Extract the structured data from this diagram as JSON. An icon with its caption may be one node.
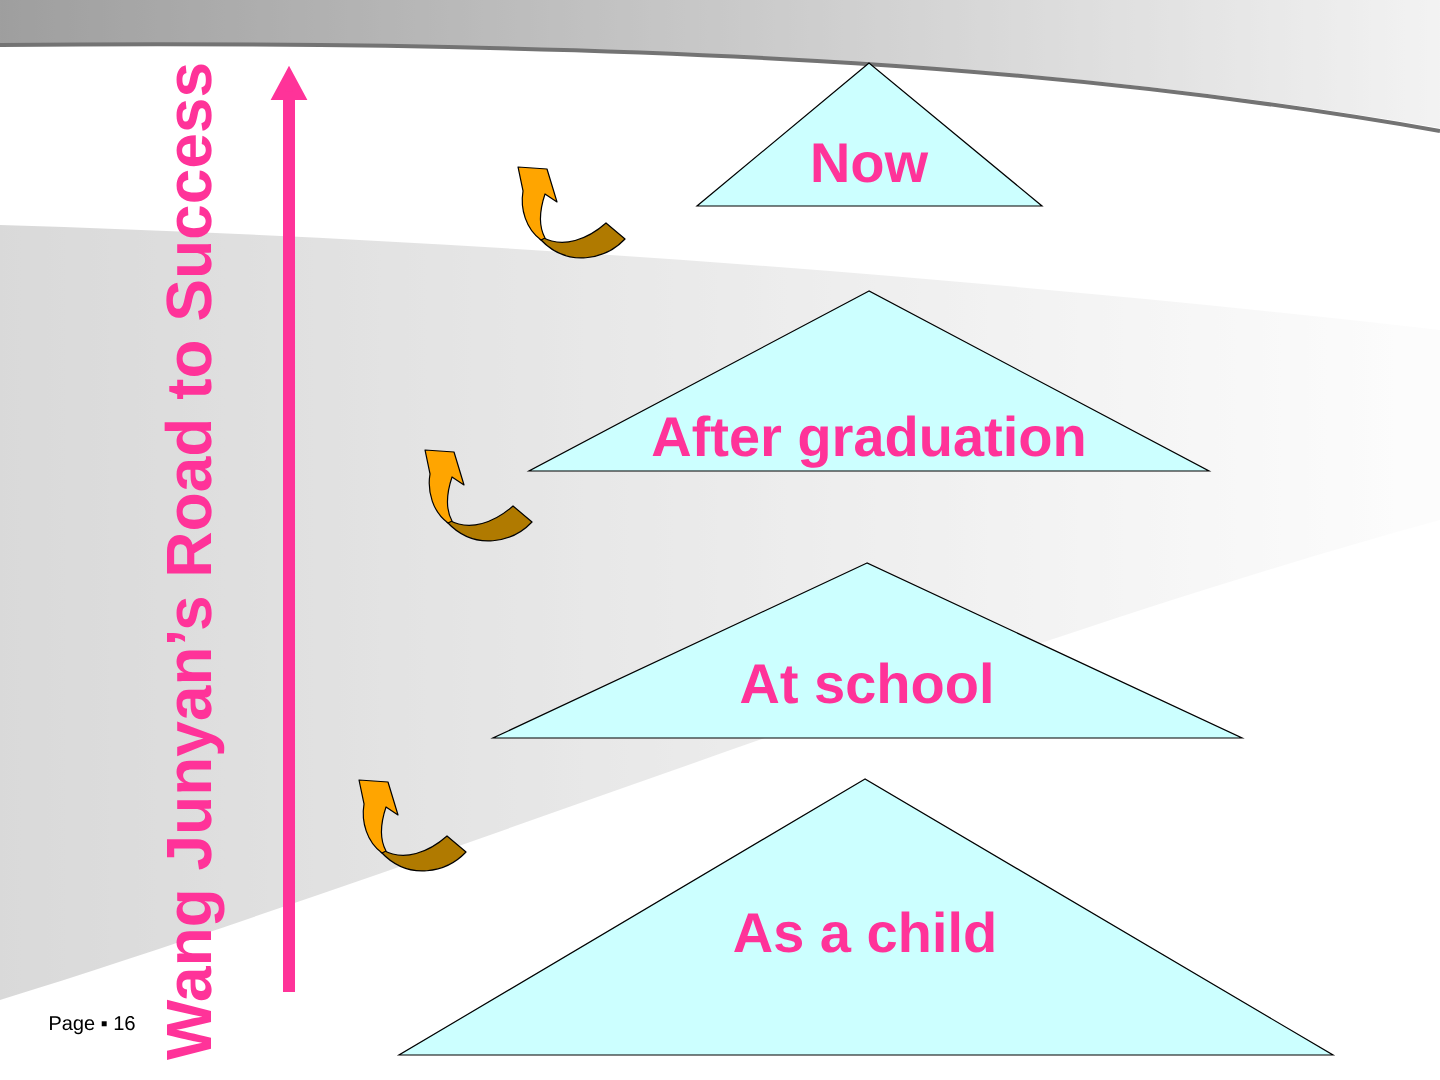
{
  "diagram": {
    "title": "Wang Junyan’s Road to Success",
    "nodes": [
      {
        "text": [
          "Now"
        ]
      },
      {
        "text": [],
        "shape": "arrow"
      },
      {
        "text": [
          "After graduation"
        ]
      },
      {
        "text": [
          "At school"
        ]
      },
      {
        "text": [],
        "shape": "arrow"
      },
      {
        "text": [
          "As a child"
        ]
      }
    ],
    "edges": [
      {
        "from": 2,
        "to": 3,
        "arrow": "to"
      }
    ],
    "labels": [
      "Page ▪ 16"
    ]
  }
}
